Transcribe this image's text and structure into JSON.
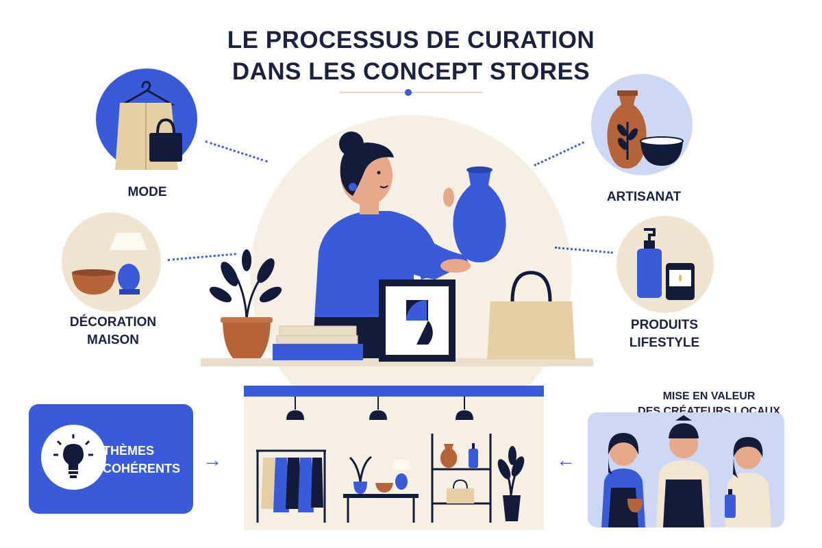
{
  "title": {
    "line1": "LE PROCESSUS DE CURATION",
    "line2": "DANS LES CONCEPT STORES"
  },
  "categories": {
    "mode": "MODE",
    "decoration_line1": "DÉCORATION",
    "decoration_line2": "MAISON",
    "artisanat": "ARTISANAT",
    "lifestyle_line1": "PRODUITS",
    "lifestyle_line2": "LIFESTYLE"
  },
  "themes": {
    "line1": "THÈMES",
    "line2": "COHÉRENTS"
  },
  "local_creators": {
    "line1": "MISE EN VALEUR",
    "line2": "DES CRÉATEURS LOCAUX"
  },
  "colors": {
    "accent_blue": "#3a5bd9",
    "navy": "#141a3a",
    "beige": "#e6cfa4",
    "terracotta": "#b5643a",
    "cream": "#f6efe4",
    "light_blue": "#cdd8f5"
  },
  "icons": [
    "clothes-hanger-icon",
    "handbag-icon",
    "lamp-icon",
    "bowl-icon",
    "vase-icon",
    "plant-icon",
    "bottle-icon",
    "candle-icon",
    "lightbulb-icon",
    "arrow-right-icon",
    "arrow-left-icon",
    "pendant-light-icon"
  ]
}
